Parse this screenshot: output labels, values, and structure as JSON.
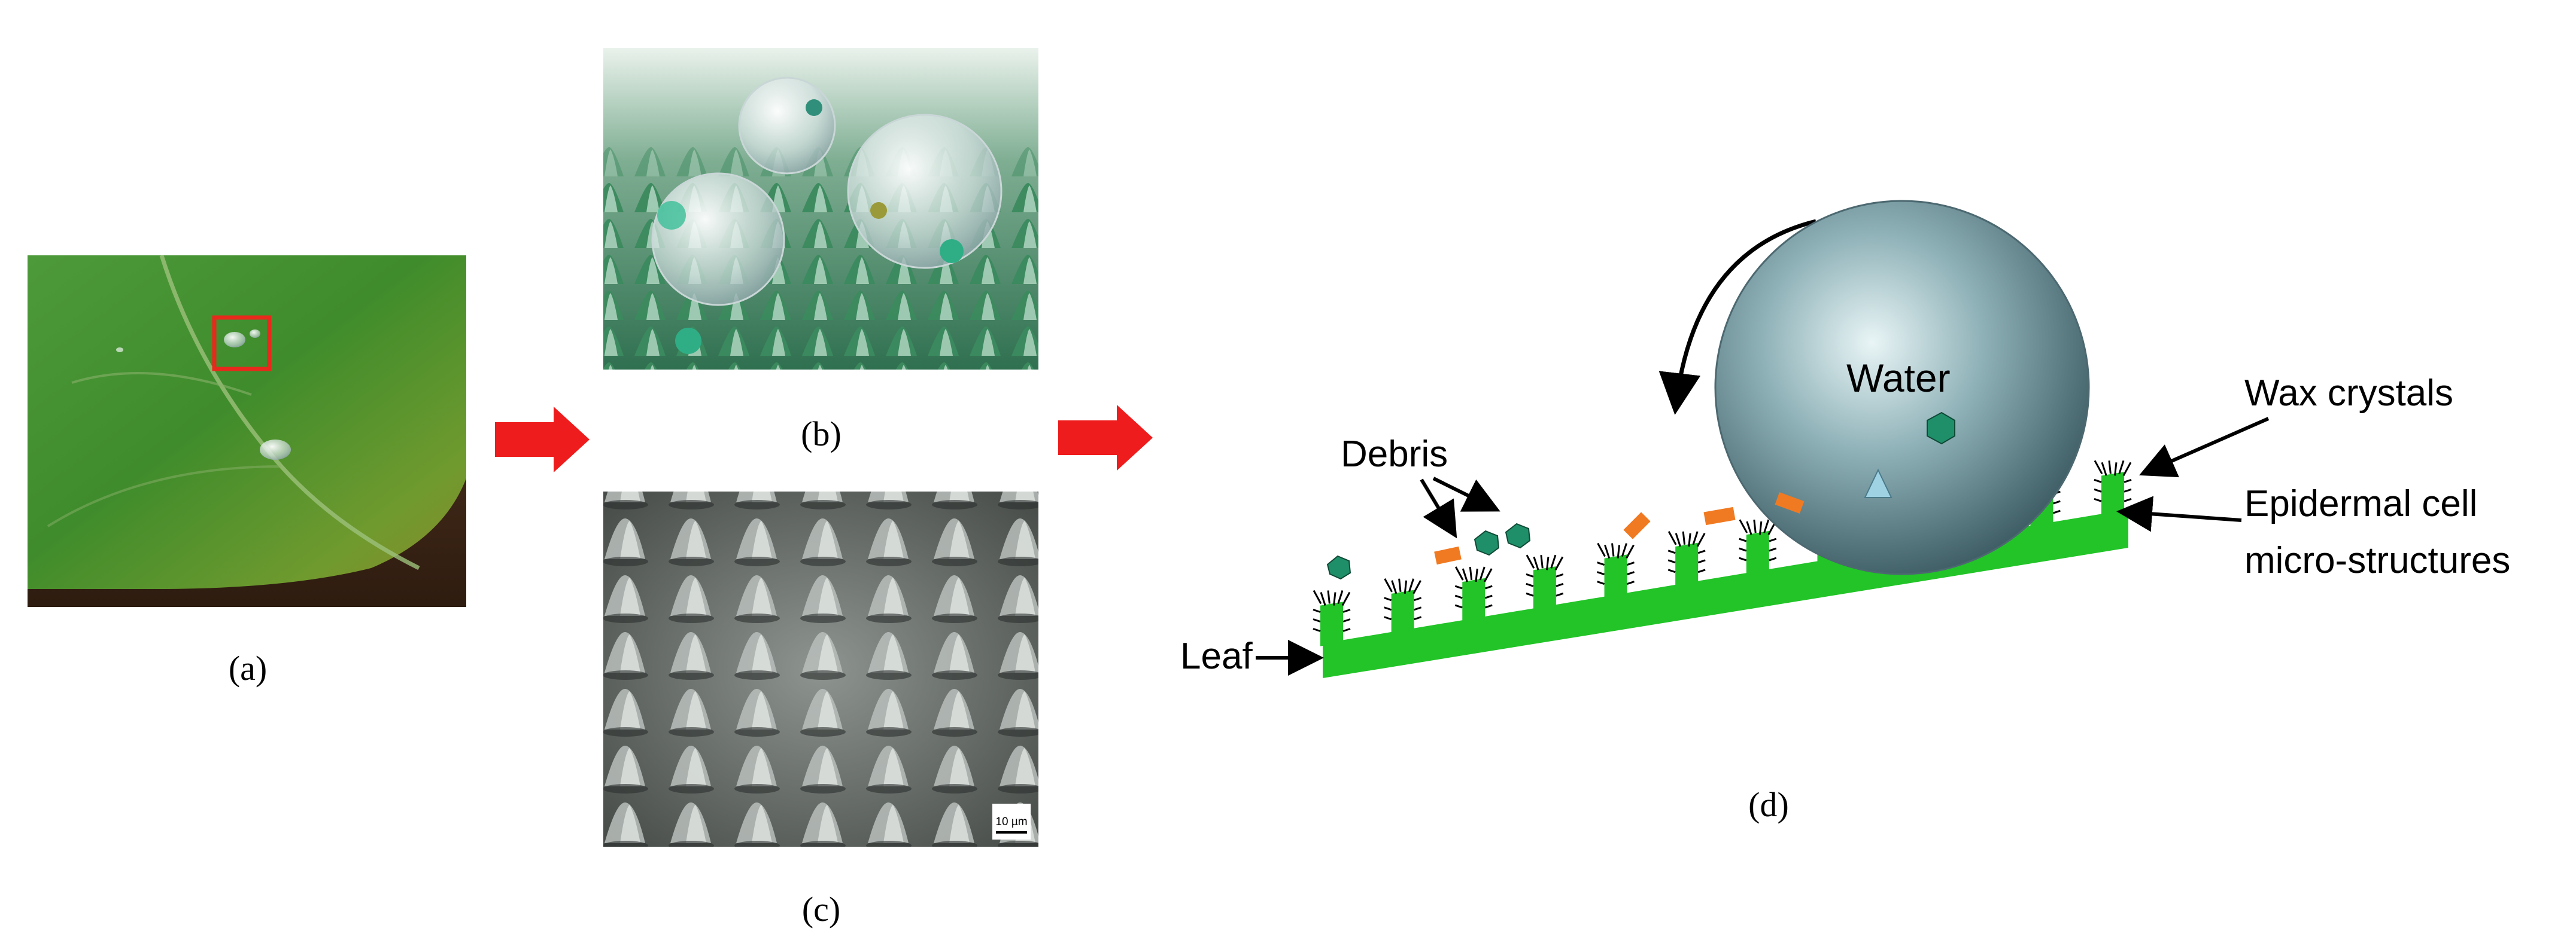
{
  "panels": {
    "a": {
      "caption": "(a)"
    },
    "b": {
      "caption": "(b)"
    },
    "c": {
      "caption": "(c)",
      "scale_bar": "10 µm"
    },
    "d": {
      "caption": "(d)",
      "water": "Water",
      "debris": "Debris",
      "wax": "Wax crystals",
      "epidermal_line1": "Epidermal cell",
      "epidermal_line2": "micro-structures",
      "leaf": "Leaf"
    }
  },
  "colors": {
    "arrow_red": "#ee1c1c",
    "leaf_green": "#22c428",
    "debris_teal": "#1f8f6a",
    "debris_orange": "#f07a22",
    "highlight_red": "#e8291c"
  }
}
